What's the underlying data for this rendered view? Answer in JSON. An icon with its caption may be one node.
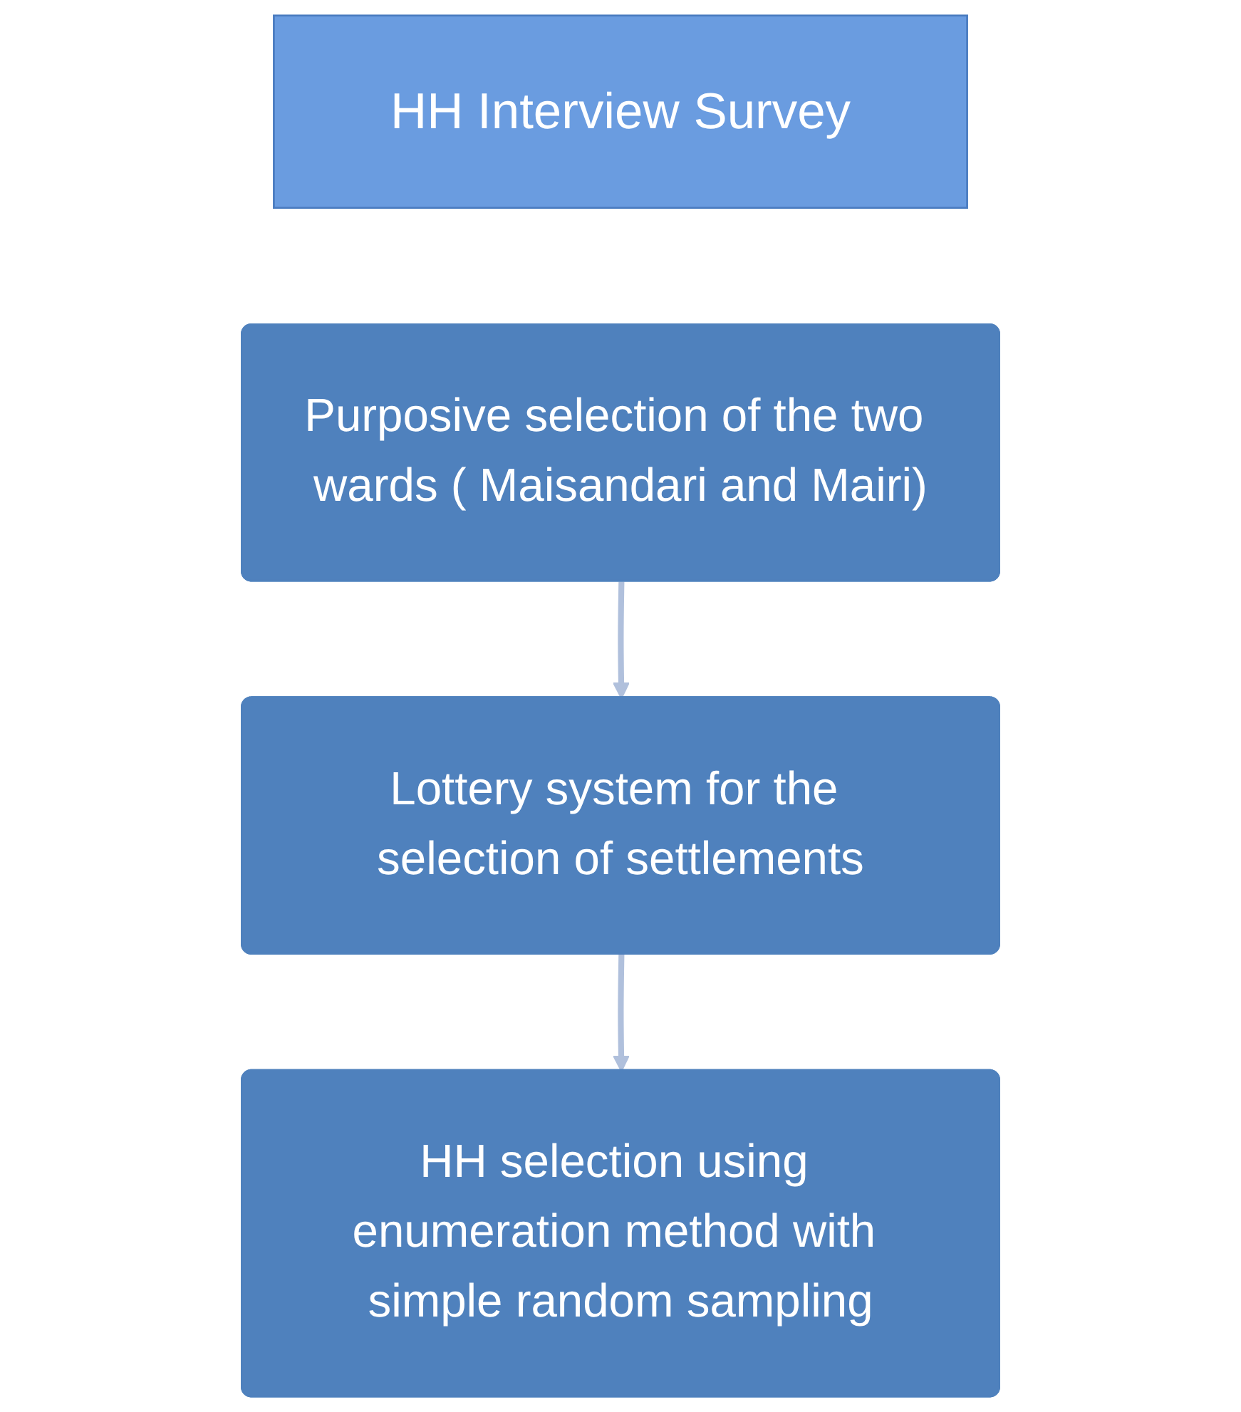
{
  "diagram": {
    "nodes": [
      {
        "text": [
          "HH Interview Survey"
        ]
      },
      {
        "text": [
          "Purposive selection of the two wards ( Maisandari and Mairi)"
        ]
      },
      {
        "text": [
          "Lottery system for the selection of settlements"
        ]
      },
      {
        "text": [
          "HH selection using enumeration method with simple random sampling"
        ]
      }
    ],
    "edges": [
      {
        "from": 1,
        "to": 2,
        "arrow": "to"
      },
      {
        "from": 2,
        "to": 3,
        "arrow": "to"
      }
    ]
  }
}
